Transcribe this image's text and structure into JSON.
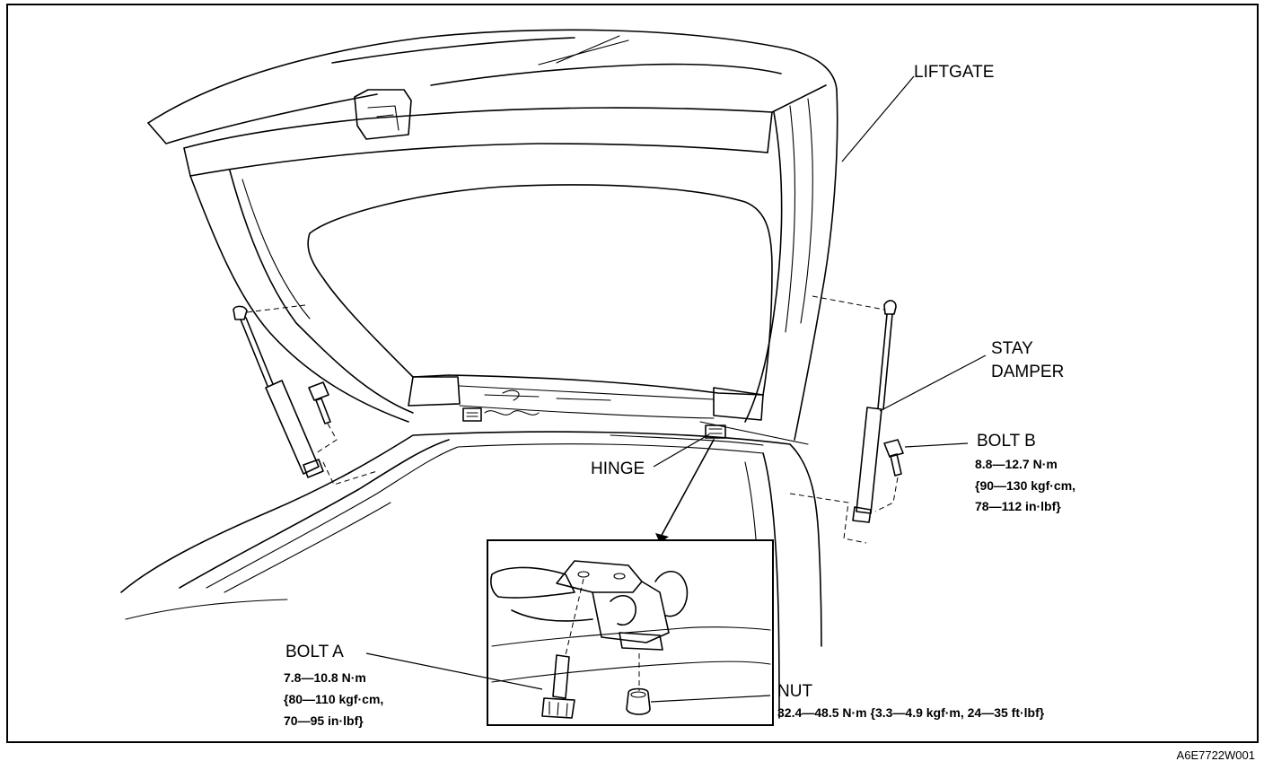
{
  "labels": {
    "liftgate": "LIFTGATE",
    "stay_damper_line1": "STAY",
    "stay_damper_line2": "DAMPER",
    "hinge": "HINGE",
    "bolt_b": "BOLT B",
    "bolt_a": "BOLT A",
    "nut": "NUT"
  },
  "specs": {
    "bolt_b": [
      "8.8—12.7 N·m",
      "{90—130 kgf·cm,",
      "78—112 in·lbf}"
    ],
    "bolt_a": [
      "7.8—10.8 N·m",
      "{80—110 kgf·cm,",
      "70—95 in·lbf}"
    ],
    "nut": "32.4—48.5 N·m {3.3—4.9 kgf·m, 24—35 ft·lbf}"
  },
  "figure_code": "A6E7722W001"
}
